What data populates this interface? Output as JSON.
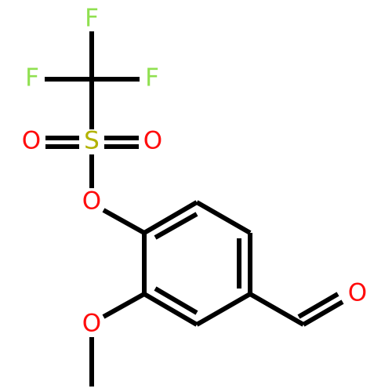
{
  "molecule": {
    "atoms": {
      "f_top": "F",
      "f_left": "F",
      "f_right": "F",
      "sulfur": "S",
      "o_sulfonyl_left": "O",
      "o_sulfonyl_right": "O",
      "o_ester": "O",
      "o_methoxy": "O",
      "o_aldehyde": "O"
    },
    "colors": {
      "fluorine": "#90E050",
      "sulfur": "#B2B200",
      "oxygen": "#FF0D0D",
      "bond": "#000000",
      "background": "#FFFFFF"
    }
  }
}
